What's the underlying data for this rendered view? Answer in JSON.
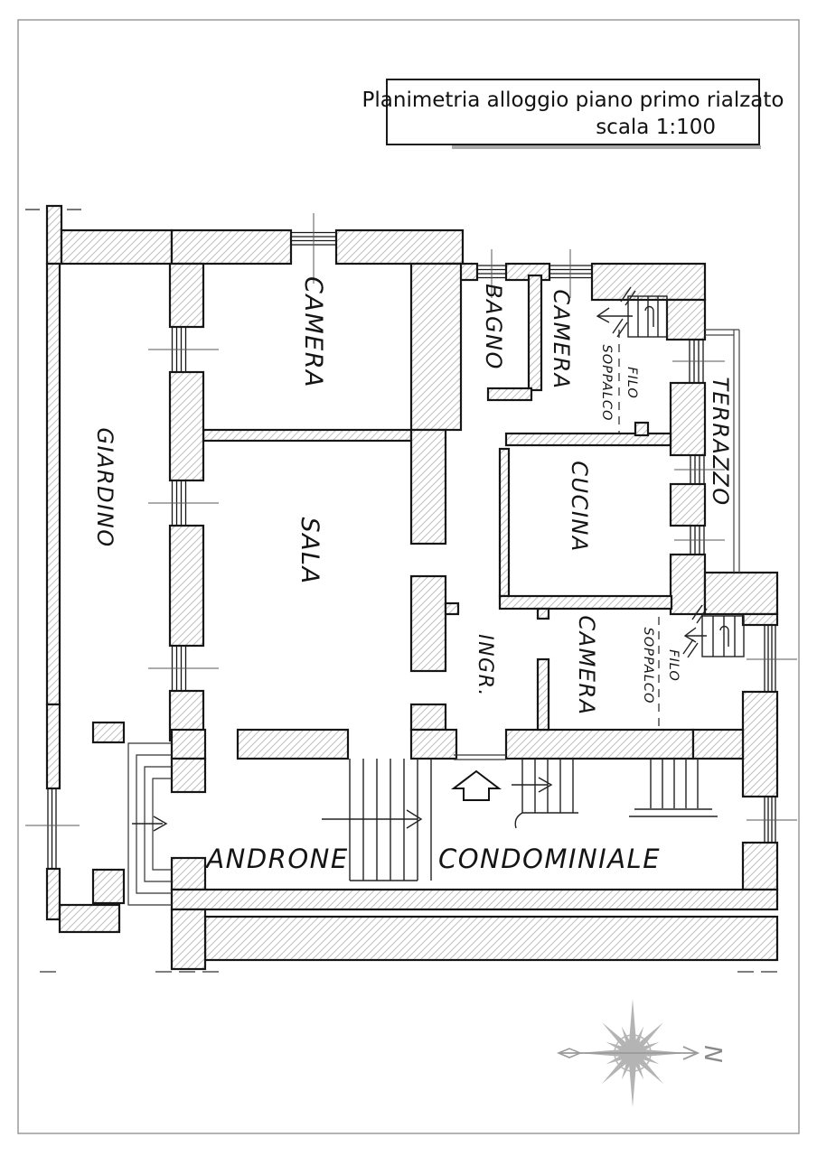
{
  "title": {
    "line1": "Planimetria alloggio piano primo rialzato",
    "line2": "scala 1:100"
  },
  "rooms": {
    "giardino": "GIARDINO",
    "camera1": "CAMERA",
    "bagno": "BAGNO",
    "camera2": "CAMERA",
    "terrazzo": "TERRAZZO",
    "cucina": "CUCINA",
    "sala": "SALA",
    "ingresso": "INGR.",
    "camera3": "CAMERA",
    "androne": "ANDRONE",
    "condominiale": "CONDOMINIALE"
  },
  "annotations": {
    "filo": "FILO",
    "soppalco": "SOPPALCO",
    "north": "N"
  },
  "colors": {
    "wall_outline": "#161616",
    "wall_hatch": "#c2c2c2",
    "compass": "#b4b4b4",
    "sheet_border": "#9a9a9a"
  }
}
